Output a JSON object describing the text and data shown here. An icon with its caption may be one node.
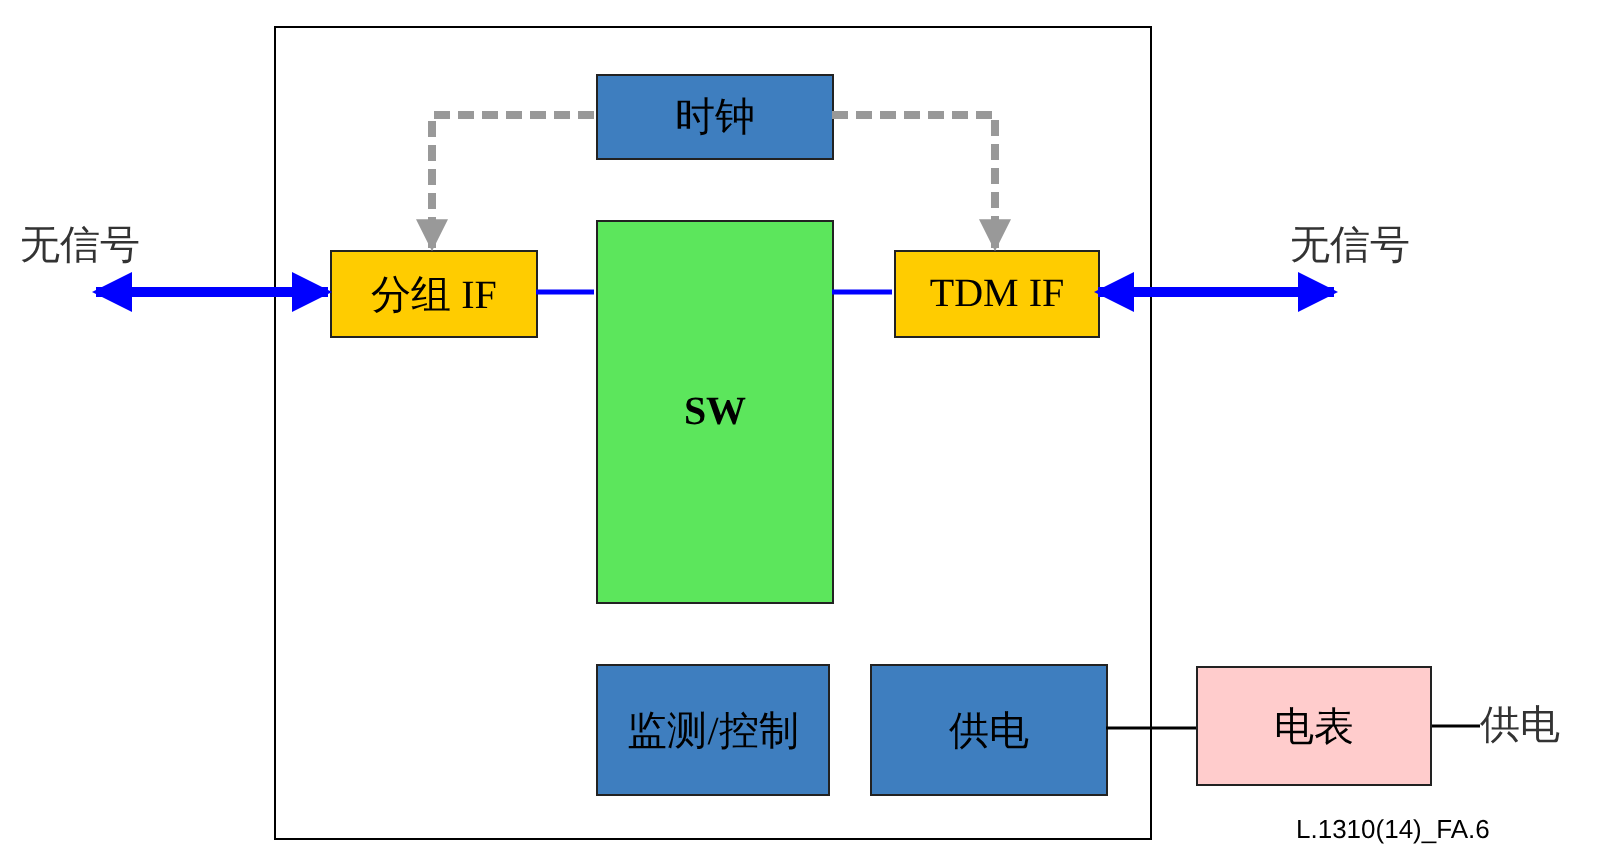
{
  "diagram": {
    "nodes": [
      {
        "text": [],
        "shape": "box"
      },
      {
        "text": [
          "时钟"
        ],
        "in": 0
      },
      {
        "text": [
          "分组 IF"
        ],
        "in": 0
      },
      {
        "text": [
          "SW"
        ],
        "in": 0
      },
      {
        "text": [
          "TDM IF"
        ],
        "in": 0
      },
      {
        "text": [
          "监测/控制"
        ],
        "in": 0
      },
      {
        "text": [
          "供电"
        ],
        "in": 0
      },
      {
        "text": [
          "电表"
        ]
      },
      {
        "text": [
          "供电"
        ]
      },
      {
        "text": [
          "无信号"
        ]
      },
      {
        "text": [
          "无信号"
        ]
      }
    ],
    "edges": [
      {
        "from": 1,
        "to": 2,
        "arrow": "to",
        "style": "dashed",
        "color": "#999999"
      },
      {
        "from": 1,
        "to": 4,
        "arrow": "to",
        "style": "dashed",
        "color": "#999999"
      },
      {
        "from": 9,
        "to": 2,
        "arrow": "both",
        "style": "thick"
      },
      {
        "from": 4,
        "to": 10,
        "arrow": "both",
        "style": "thick"
      },
      {
        "from": 2,
        "to": 3,
        "arrow": "none"
      },
      {
        "from": 3,
        "to": 4,
        "arrow": "none"
      },
      {
        "from": 6,
        "to": 7,
        "arrow": "none",
        "color": "#000000"
      },
      {
        "from": 7,
        "to": 8,
        "arrow": "none",
        "color": "#000000"
      }
    ],
    "labels": [
      "L.1310(14)_FA.6"
    ]
  }
}
